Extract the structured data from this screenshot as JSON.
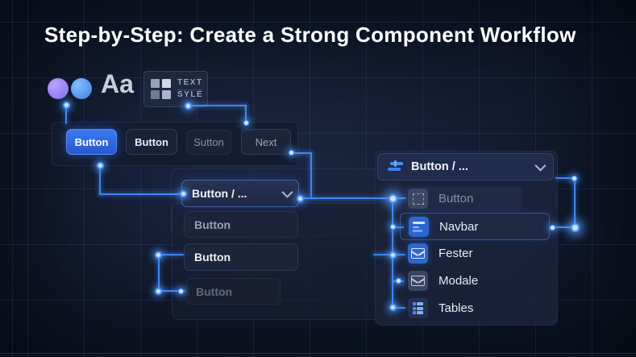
{
  "title": "Step-by-Step: Create a Strong Component Workflow",
  "assets": {
    "letter_sample": "Aa",
    "text_style": {
      "line1": "TEXT",
      "line2": "SYLE"
    },
    "icons": [
      "color-dot-purple",
      "color-dot-blue",
      "grid-icon"
    ]
  },
  "button_row": {
    "buttons": [
      {
        "label": "Button",
        "variant": "primary"
      },
      {
        "label": "Button",
        "variant": "outline"
      },
      {
        "label": "Sutton",
        "variant": "ghost"
      },
      {
        "label": "Next",
        "variant": "ghost"
      }
    ]
  },
  "middle_dropdown": {
    "header": {
      "label": "Button / ...",
      "chevron_icon": "chevron-down-icon"
    },
    "items": [
      {
        "label": "Button",
        "state": "muted"
      },
      {
        "label": "Button",
        "state": "active"
      },
      {
        "label": "Button",
        "state": "dim"
      }
    ]
  },
  "right_panel": {
    "header": {
      "label": "Button / ...",
      "icon": "component-set-icon",
      "chevron_icon": "chevron-down-icon"
    },
    "items": [
      {
        "label": "Button",
        "icon": "component-square-icon"
      },
      {
        "label": "Navbar",
        "icon": "navbar-icon"
      },
      {
        "label": "Fester",
        "icon": "image-icon"
      },
      {
        "label": "Modale",
        "icon": "mail-icon"
      },
      {
        "label": "Tables",
        "icon": "table-icon"
      }
    ]
  },
  "colors": {
    "accent": "#3f86f2",
    "primary_button": "#2f6ae0",
    "background": "#0f1729",
    "panel": "#1c2640"
  }
}
